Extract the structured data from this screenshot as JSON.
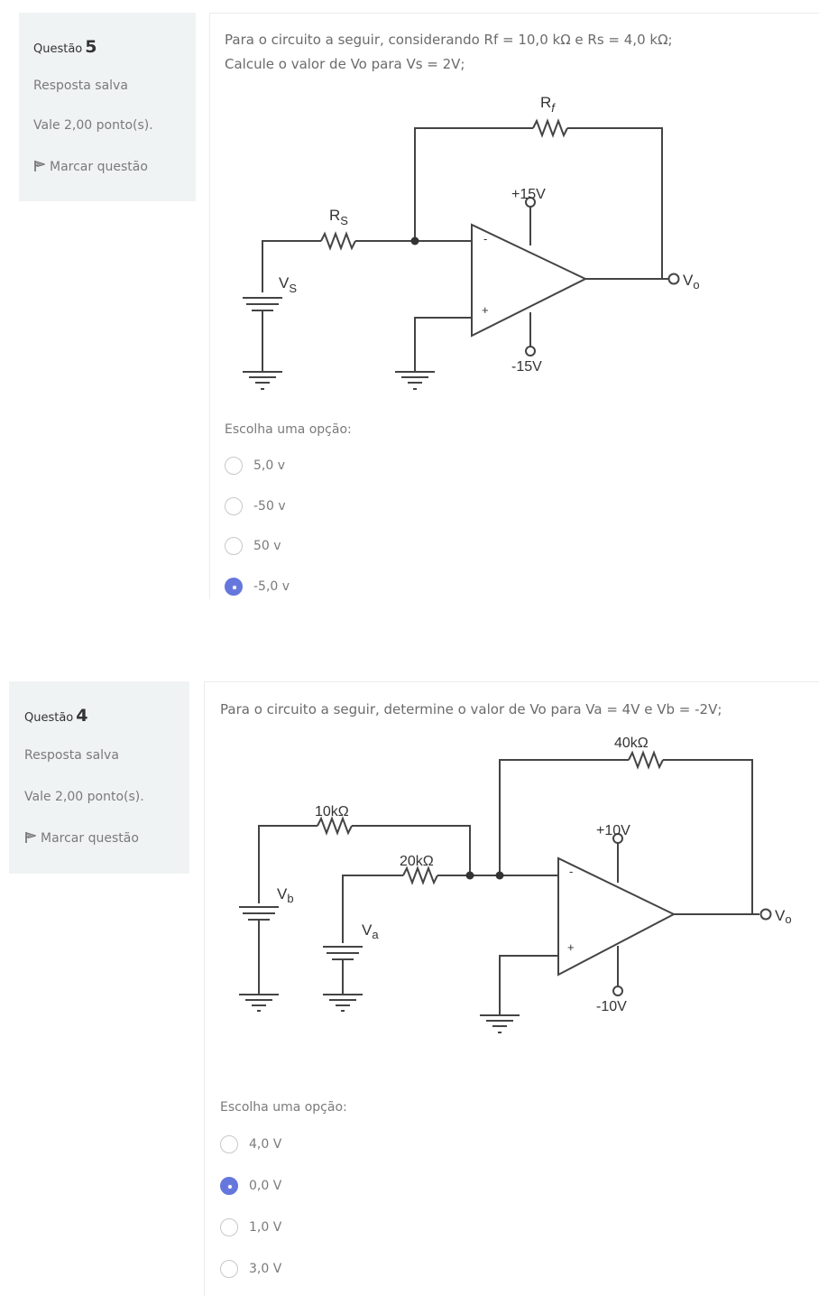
{
  "questions": [
    {
      "info": {
        "label": "Questão",
        "number": "5",
        "status": "Resposta salva",
        "points": "Vale 2,00 ponto(s).",
        "flag_label": "Marcar questão",
        "flag_icon": "flag-icon"
      },
      "text_line1": "Para o circuito a seguir, considerando Rf = 10,0 kΩ e Rs = 4,0 kΩ;",
      "text_line2": "Calcule o valor de Vo para Vs = 2V;",
      "circuit": {
        "rf_label": "R",
        "rf_sub": "f",
        "rs_label": "R",
        "rs_sub": "S",
        "vs_label": "V",
        "vs_sub": "S",
        "vpos": "+15V",
        "vneg": "-15V",
        "vo_label": "V",
        "vo_sub": "o",
        "minus": "-",
        "plus": "+"
      },
      "prompt": "Escolha uma opção:",
      "options": [
        {
          "label": "5,0 v",
          "selected": false
        },
        {
          "label": "-50 v",
          "selected": false
        },
        {
          "label": "50 v",
          "selected": false
        },
        {
          "label": "-5,0 v",
          "selected": true
        }
      ]
    },
    {
      "info": {
        "label": "Questão",
        "number": "4",
        "status": "Resposta salva",
        "points": "Vale 2,00 ponto(s).",
        "flag_label": "Marcar questão",
        "flag_icon": "flag-icon"
      },
      "text_line1": "Para o circuito a seguir, determine o valor de Vo para Va = 4V e Vb = -2V;",
      "circuit": {
        "rf_label": "40kΩ",
        "rb_label": "10kΩ",
        "ra_label": "20kΩ",
        "vb_label": "V",
        "vb_sub": "b",
        "va_label": "V",
        "va_sub": "a",
        "vpos": "+10V",
        "vneg": "-10V",
        "vo_label": "V",
        "vo_sub": "o",
        "minus": "-",
        "plus": "+"
      },
      "prompt": "Escolha uma opção:",
      "options": [
        {
          "label": "4,0 V",
          "selected": false
        },
        {
          "label": "0,0 V",
          "selected": true
        },
        {
          "label": "1,0 V",
          "selected": false
        },
        {
          "label": "3,0 V",
          "selected": false
        }
      ]
    }
  ]
}
